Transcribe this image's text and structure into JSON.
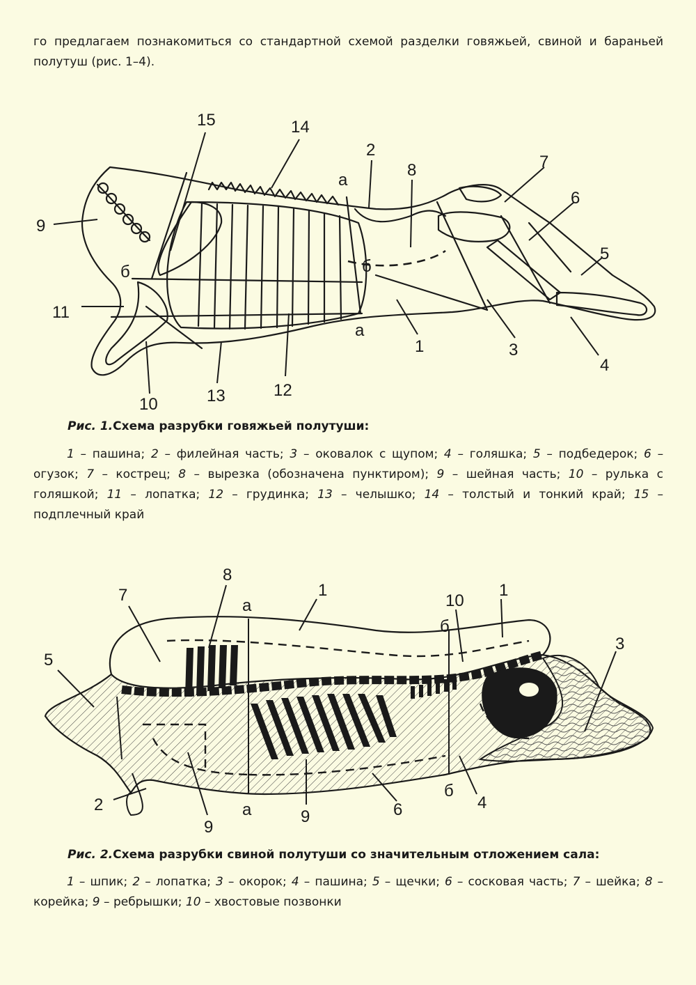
{
  "intro_text": "го предлагаем познакомиться со стандартной схемой разделки говяжьей, свиной и бараньей полутуш (рис. 1–4).",
  "figure1": {
    "caption_prefix": "Рис. 1.",
    "caption_title": "Схема разрубки говяжьей полутуши:",
    "legend": [
      {
        "num": "1",
        "text": "пашина"
      },
      {
        "num": "2",
        "text": "филейная часть"
      },
      {
        "num": "3",
        "text": "оковалок с щупом"
      },
      {
        "num": "4",
        "text": "голяшка"
      },
      {
        "num": "5",
        "text": "подбедерок"
      },
      {
        "num": "6",
        "text": "огузок"
      },
      {
        "num": "7",
        "text": "кострец"
      },
      {
        "num": "8",
        "text": "вырезка (обозначена пунктиром)"
      },
      {
        "num": "9",
        "text": "шейная часть"
      },
      {
        "num": "10",
        "text": "рулька с голяшкой"
      },
      {
        "num": "11",
        "text": "лопатка"
      },
      {
        "num": "12",
        "text": "грудинка"
      },
      {
        "num": "13",
        "text": "челышко"
      },
      {
        "num": "14",
        "text": "толстый и тонкий край"
      },
      {
        "num": "15",
        "text": "подплечный край"
      }
    ],
    "labels": [
      "1",
      "2",
      "3",
      "4",
      "5",
      "6",
      "7",
      "8",
      "9",
      "10",
      "11",
      "12",
      "13",
      "14",
      "15",
      "а",
      "а",
      "б",
      "б"
    ]
  },
  "figure2": {
    "caption_prefix": "Рис. 2.",
    "caption_title": "Схема разрубки свиной полутуши со значительным отложением сала:",
    "legend": [
      {
        "num": "1",
        "text": "шпик"
      },
      {
        "num": "2",
        "text": "лопатка"
      },
      {
        "num": "3",
        "text": "окорок"
      },
      {
        "num": "4",
        "text": "пашина"
      },
      {
        "num": "5",
        "text": "щечки"
      },
      {
        "num": "6",
        "text": "сосковая часть"
      },
      {
        "num": "7",
        "text": "шейка"
      },
      {
        "num": "8",
        "text": "корейка"
      },
      {
        "num": "9",
        "text": "ребрышки"
      },
      {
        "num": "10",
        "text": "хвостовые позвонки"
      }
    ],
    "labels": [
      "1",
      "1",
      "2",
      "3",
      "4",
      "5",
      "6",
      "7",
      "8",
      "9",
      "9",
      "10",
      "а",
      "а",
      "б",
      "б"
    ]
  }
}
